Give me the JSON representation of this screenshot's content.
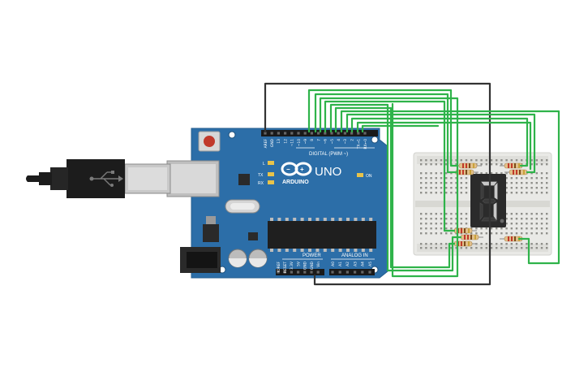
{
  "board": {
    "name": "UNO",
    "brand": "ARDUINO",
    "digital_header_label": "DIGITAL (PWM ~)",
    "power_label": "POWER",
    "analog_label": "ANALOG IN",
    "tx_label": "TX",
    "rx_label": "RX",
    "l_label": "L",
    "on_label": "ON",
    "digital_pins": [
      "AREF",
      "GND",
      "13",
      "12",
      "~11",
      "~10",
      "~9",
      "8",
      "7",
      "~6",
      "~5",
      "4",
      "~3",
      "2",
      "TX→1",
      "RX←0"
    ],
    "power_pins": [
      "IOREF",
      "RESET",
      "3.3V",
      "5V",
      "GND",
      "GND",
      "Vin"
    ],
    "analog_pins": [
      "A0",
      "A1",
      "A2",
      "A3",
      "A4",
      "A5"
    ]
  },
  "display": {
    "digit": "7"
  },
  "colors": {
    "board": "#2c6ea8",
    "wire_signal": "#2fb34a",
    "wire_ground": "#333333",
    "breadboard": "#e9e9e6",
    "display_body": "#2b2b2b",
    "segment_on": "#c8c8c8",
    "resistor_body": "#e2c08a"
  }
}
